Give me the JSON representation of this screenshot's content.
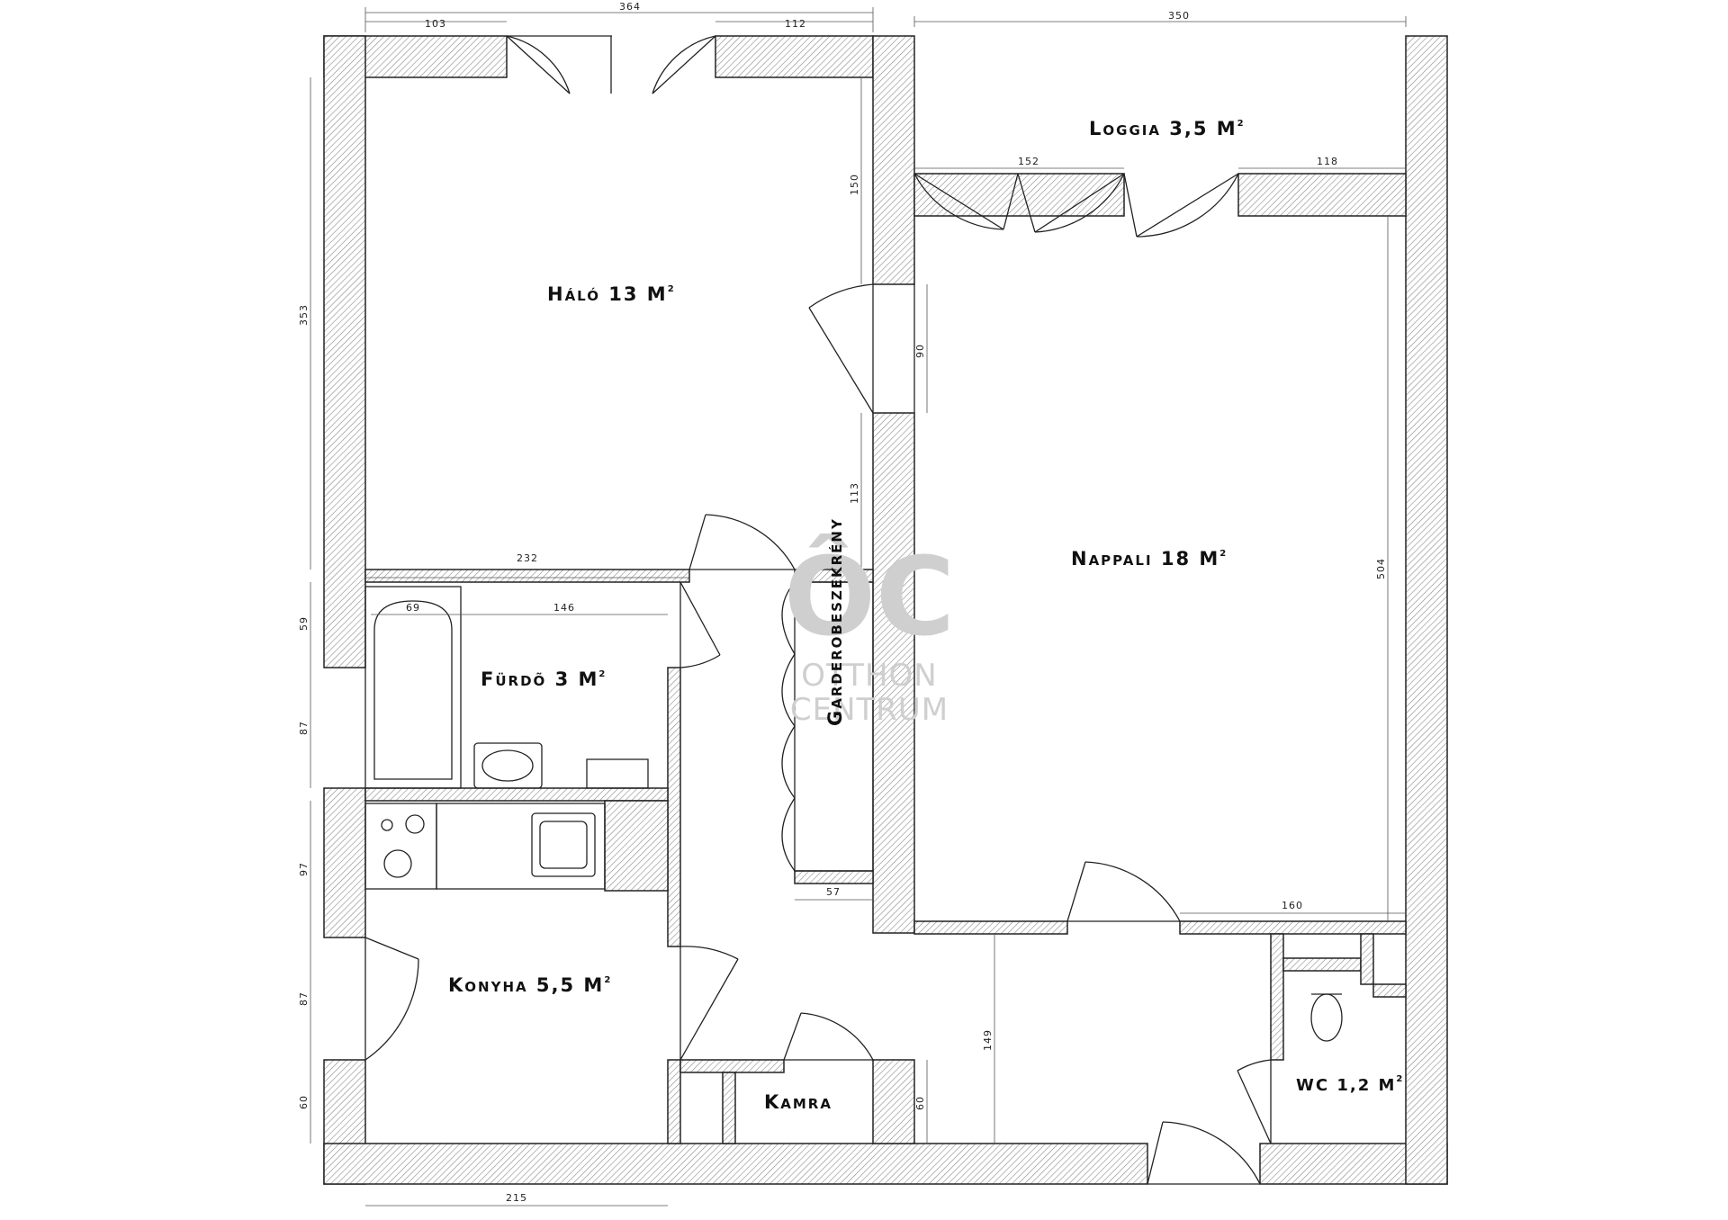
{
  "rooms": {
    "halo": {
      "name": "Háló 13 M",
      "sup": "2"
    },
    "nappali": {
      "name": "Nappali 18 M",
      "sup": "2"
    },
    "loggia": {
      "name": "Loggia 3,5 M",
      "sup": "2"
    },
    "furdo": {
      "name": "Fürdõ 3 M",
      "sup": "2"
    },
    "konyha": {
      "name": "Konyha 5,5 M",
      "sup": "2"
    },
    "kamra": {
      "name": "Kamra"
    },
    "wc": {
      "name": "WC 1,2 M",
      "sup": "2"
    },
    "garderobe": {
      "name": "Garderobeszekrény"
    }
  },
  "dimensions": {
    "top_total": "364",
    "top_left": "103",
    "top_right": "112",
    "loggia_width": "350",
    "loggia_left": "152",
    "loggia_right": "118",
    "halo_height": "353",
    "door_offset": "150",
    "door_width": "90",
    "lower_wall": "113",
    "halo_bottom": "232",
    "nappali_height": "504",
    "bath_tub": "69",
    "bath_width": "146",
    "left_59": "59",
    "left_87a": "87",
    "left_97": "97",
    "left_87b": "87",
    "left_60": "60",
    "garderobe_width": "57",
    "nappali_bottom": "160",
    "hall_149": "149",
    "kamra_60": "60",
    "bottom_215": "215"
  },
  "watermark": {
    "line1": "OTTHON",
    "line2": "CENTRUM",
    "logo": "ÔC"
  }
}
